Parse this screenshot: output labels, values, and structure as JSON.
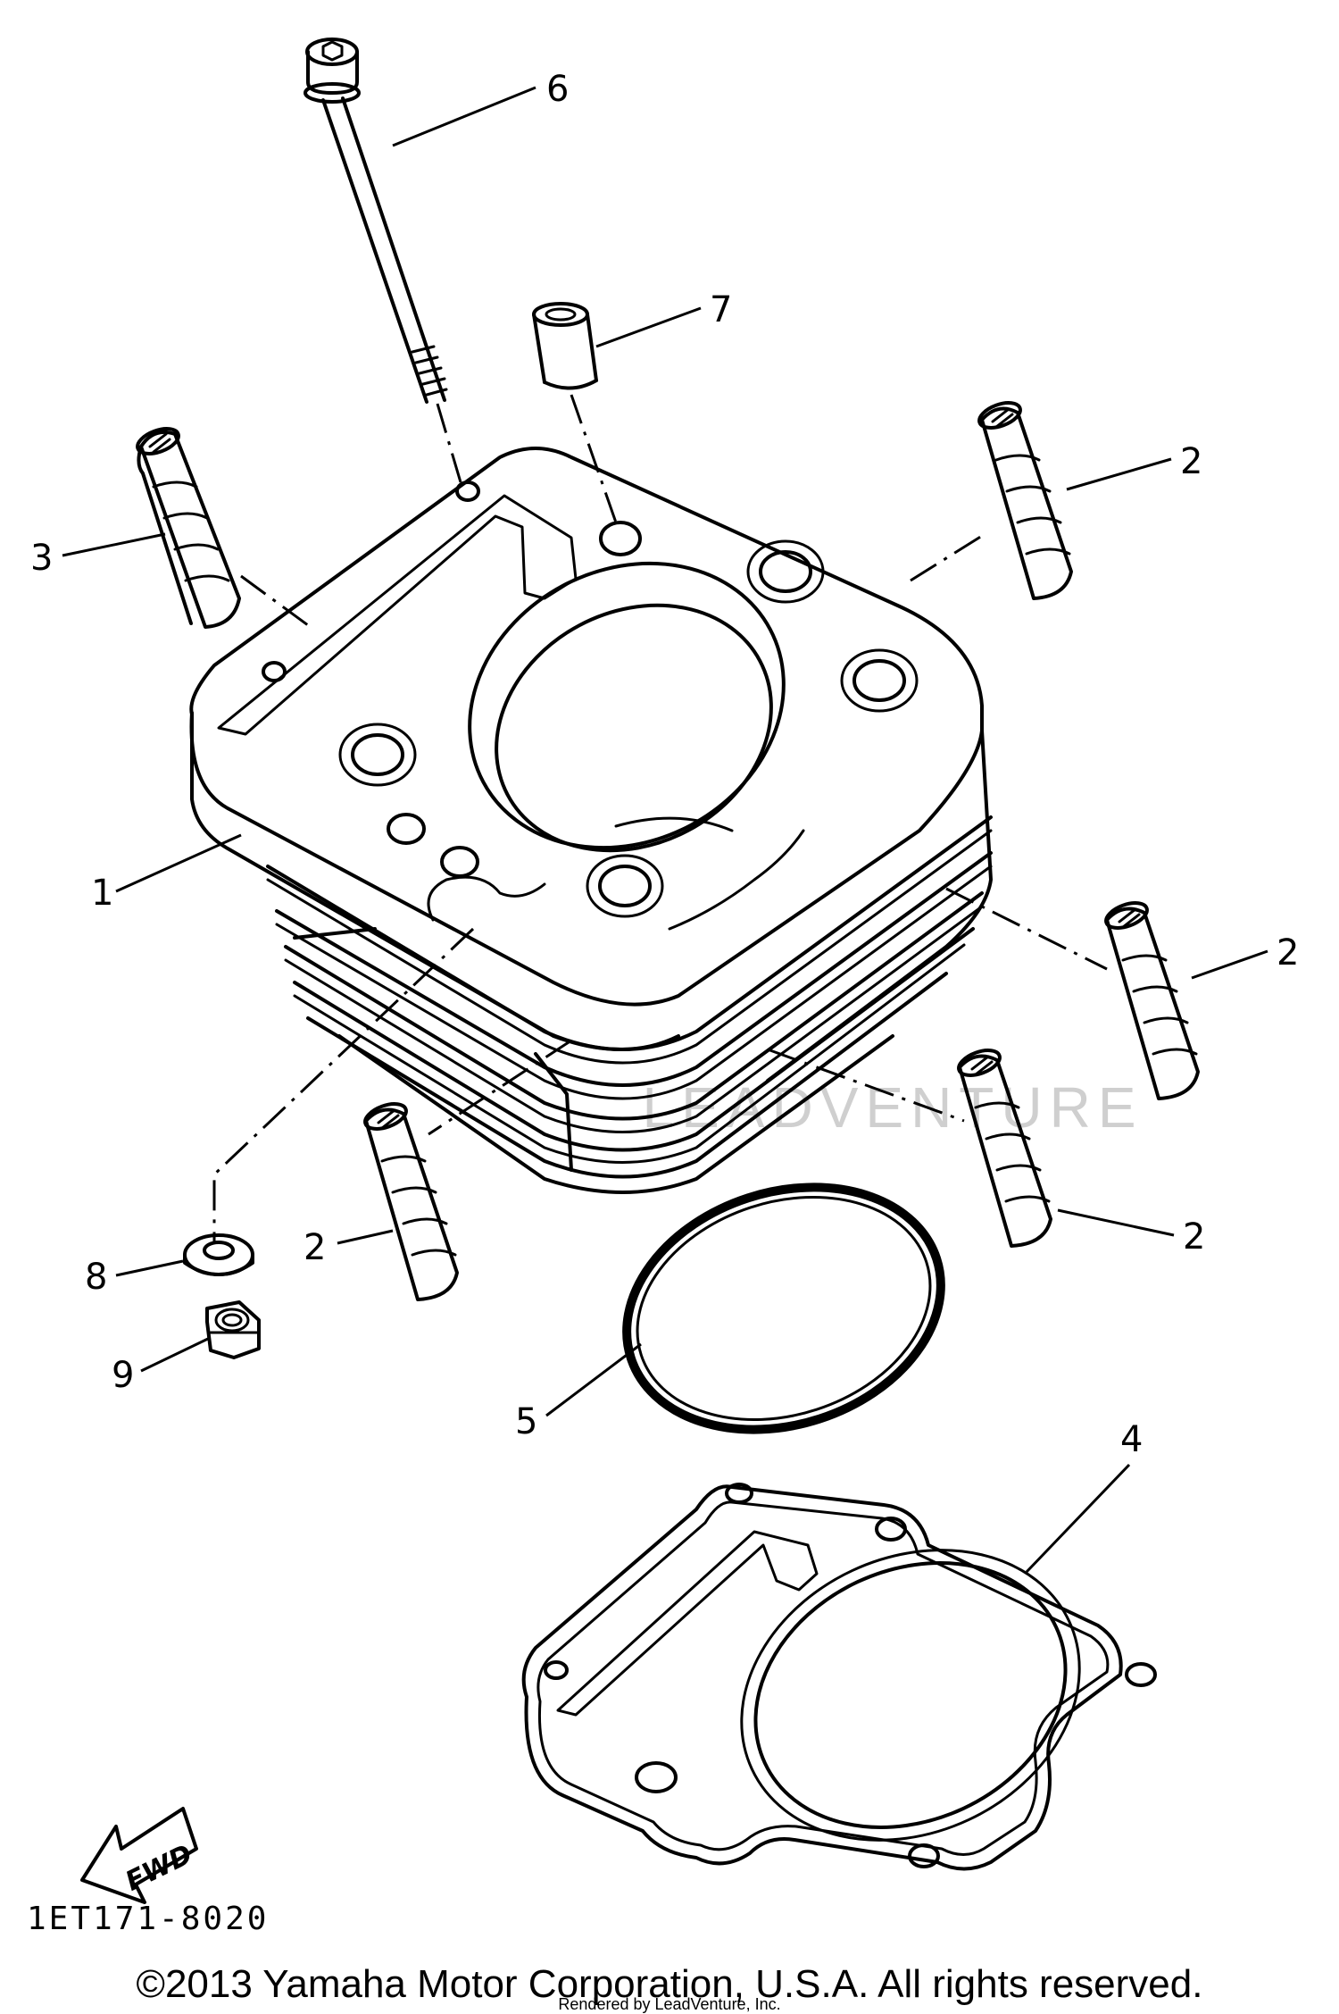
{
  "callouts": {
    "cylinder": "1",
    "dowel_pin_a": "2",
    "dowel_pin_b": "2",
    "dowel_pin_c": "2",
    "dowel_pin_d": "2",
    "dowel_pin_left": "3",
    "gasket": "4",
    "o_ring": "5",
    "bolt": "6",
    "collar": "7",
    "washer": "8",
    "nut": "9"
  },
  "fwd_label": "FWD",
  "diagram_code": "1ET171-8020",
  "watermark": "LEADVENTURE",
  "footer": {
    "copyright": "©2013 Yamaha Motor Corporation, U.S.A. All rights reserved.",
    "rendered_by": "Rendered by LeadVenture, Inc."
  }
}
